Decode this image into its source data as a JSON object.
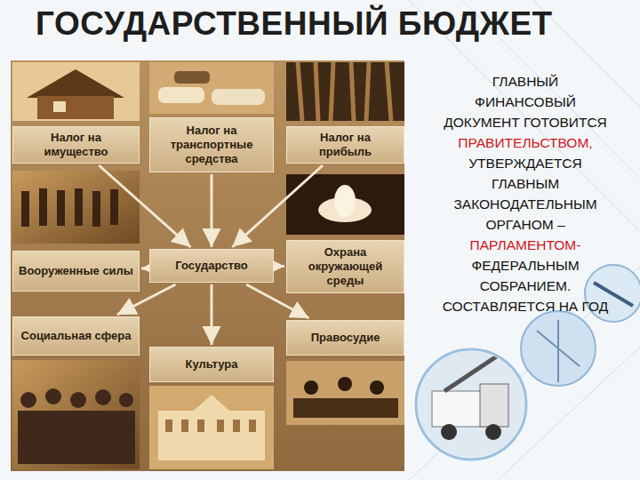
{
  "diagram": {
    "title": "ГОСУДАРСТВЕННЫЙ БЮДЖЕТ",
    "nodes": [
      {
        "text": [
          "Налог на имущество"
        ]
      },
      {
        "text": [
          "Налог на транспортные средства"
        ]
      },
      {
        "text": [
          "Налог на прибыль"
        ]
      },
      {
        "text": [
          "Вооруженные силы"
        ]
      },
      {
        "text": [
          "Государство"
        ]
      },
      {
        "text": [
          "Охрана окружающей среды"
        ]
      },
      {
        "text": [
          "Социальная сфера"
        ]
      },
      {
        "text": [
          "Культура"
        ]
      },
      {
        "text": [
          "Правосудие"
        ]
      }
    ],
    "edges": [
      {
        "from": 0,
        "to": 4,
        "arrow": "to"
      },
      {
        "from": 1,
        "to": 4,
        "arrow": "to"
      },
      {
        "from": 2,
        "to": 4,
        "arrow": "to"
      },
      {
        "from": 4,
        "to": 3,
        "arrow": "to"
      },
      {
        "from": 4,
        "to": 5,
        "arrow": "to"
      },
      {
        "from": 4,
        "to": 6,
        "arrow": "to"
      },
      {
        "from": 4,
        "to": 7,
        "arrow": "to"
      },
      {
        "from": 4,
        "to": 8,
        "arrow": "to"
      }
    ],
    "labels": [
      "ГЛАВНЫЙ ФИНАНСОВЫЙ ДОКУМЕНТ ГОТОВИТСЯ",
      "ПРАВИТЕЛЬСТВОМ,",
      "УТВЕРЖДАЕТСЯ ГЛАВНЫМ ЗАКОНОДАТЕЛЬНЫМ ОРГАНОМ –",
      "ПАРЛАМЕНТОМ-",
      "ФЕДЕРАЛЬНЫМ СОБРАНИЕМ. СОСТАВЛЯЕТСЯ НА ГОД"
    ]
  }
}
